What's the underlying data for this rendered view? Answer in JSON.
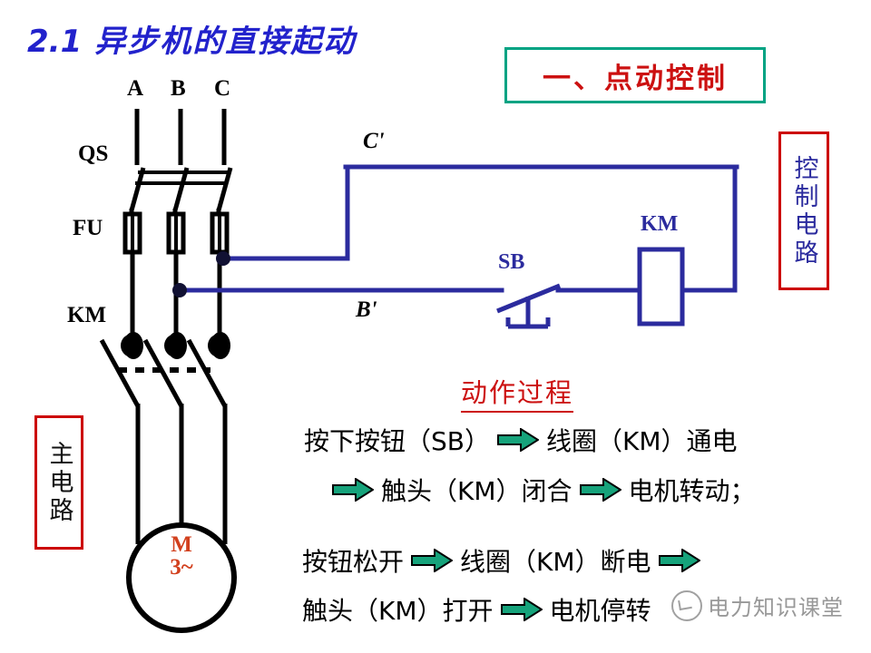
{
  "title": {
    "number": "2.1",
    "text": "异步机的直接起动",
    "color": "#2222cc"
  },
  "section_box": {
    "label": "一、点动控制",
    "text_color": "#cc1111",
    "border_color": "#00a383"
  },
  "callouts": {
    "control_circuit": {
      "label": "控制电路",
      "text_color": "#2b2b9e",
      "border_color": "#cc0000"
    },
    "main_circuit": {
      "label": "主电路",
      "text_color": "#111111",
      "border_color": "#cc0000"
    }
  },
  "circuit": {
    "phase_labels": [
      "A",
      "B",
      "C"
    ],
    "device_labels": [
      "QS",
      "FU",
      "KM"
    ],
    "node_labels": [
      "C'",
      "B'"
    ],
    "control_labels": [
      "SB",
      "KM"
    ],
    "motor": {
      "line1": "M",
      "line2": "3~",
      "color": "#d2401e"
    },
    "wire_colors": {
      "main": "#000000",
      "control": "#2b2b9e"
    }
  },
  "process": {
    "title": "动作过程",
    "title_color": "#cc1111",
    "arrow_color": "#16a37b",
    "lines": [
      {
        "segments": [
          "按下按钮（SB）",
          "线圈（KM）通电"
        ],
        "arrows_before": [
          false,
          true
        ]
      },
      {
        "segments": [
          "触头（KM）闭合",
          "电机转动；"
        ],
        "arrows_before": [
          true,
          true
        ]
      },
      {
        "segments": [
          "按钮松开",
          "线圈（KM）断电",
          ""
        ],
        "arrows_before": [
          false,
          true,
          true
        ]
      },
      {
        "segments": [
          "触头（KM）打开",
          "电机停转"
        ],
        "arrows_before": [
          false,
          true
        ]
      }
    ]
  },
  "watermark": {
    "text": "电力知识课堂"
  }
}
